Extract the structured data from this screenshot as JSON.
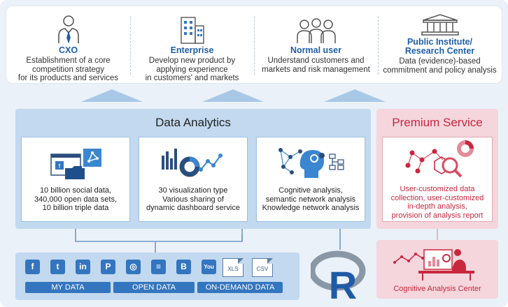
{
  "users": [
    {
      "title": "CXO",
      "desc": "Establishment of a core\ncompetition strategy\nfor its products and services",
      "icon": "person-tie-icon"
    },
    {
      "title": "Enterprise",
      "desc": "Develop new product by\napplying experience\nin customers' and markets",
      "icon": "building-icon"
    },
    {
      "title": "Normal user",
      "desc": "Understand customers and\nmarkets and risk management",
      "icon": "people-group-icon"
    },
    {
      "title": "Public Institute/\nResearch Center",
      "desc": "Data (evidence)-based\ncommitment and policy analysis",
      "icon": "institute-building-icon"
    }
  ],
  "analytics": {
    "title": "Data Analytics",
    "cards": [
      {
        "text": "10 billion social data,\n340,000 open data sets,\n10 billion triple data",
        "icon": "data-sources-icon"
      },
      {
        "text": "30 visualization type\nVarious sharing of\ndynamic dashboard service",
        "icon": "visualization-icon"
      },
      {
        "text": "Cognitive analysis,\nsemantic network analysis\nKnowledge network analysis",
        "icon": "cognitive-analysis-icon"
      }
    ]
  },
  "premium": {
    "title": "Premium Service",
    "text": "User-customized data\ncollection, user-customized\nin-depth analysis,\nprovision of analysis report",
    "center_label": "Cognitive Analysis Center"
  },
  "sources": {
    "icons": [
      {
        "name": "facebook-icon",
        "glyph": "f"
      },
      {
        "name": "twitter-icon",
        "glyph": "t"
      },
      {
        "name": "linkedin-icon",
        "glyph": "in"
      },
      {
        "name": "pinterest-icon",
        "glyph": "P"
      },
      {
        "name": "dribbble-icon",
        "glyph": "◎"
      },
      {
        "name": "rss-icon",
        "glyph": "≡"
      },
      {
        "name": "blogger-icon",
        "glyph": "B"
      },
      {
        "name": "youtube-icon",
        "glyph": "You"
      }
    ],
    "docs": [
      "XLS",
      "CSV"
    ],
    "labels": [
      "MY DATA",
      "OPEN DATA",
      "ON-DEMAND DATA"
    ]
  },
  "r_logo": {
    "letter": "R",
    "icon": "r-logo-icon"
  },
  "colors": {
    "accent_blue": "#3475bf",
    "title_blue": "#1e5ea9",
    "premium_red": "#c9273e",
    "panel_blue": "#c2d9ef",
    "panel_pink": "#f4d6dc"
  }
}
